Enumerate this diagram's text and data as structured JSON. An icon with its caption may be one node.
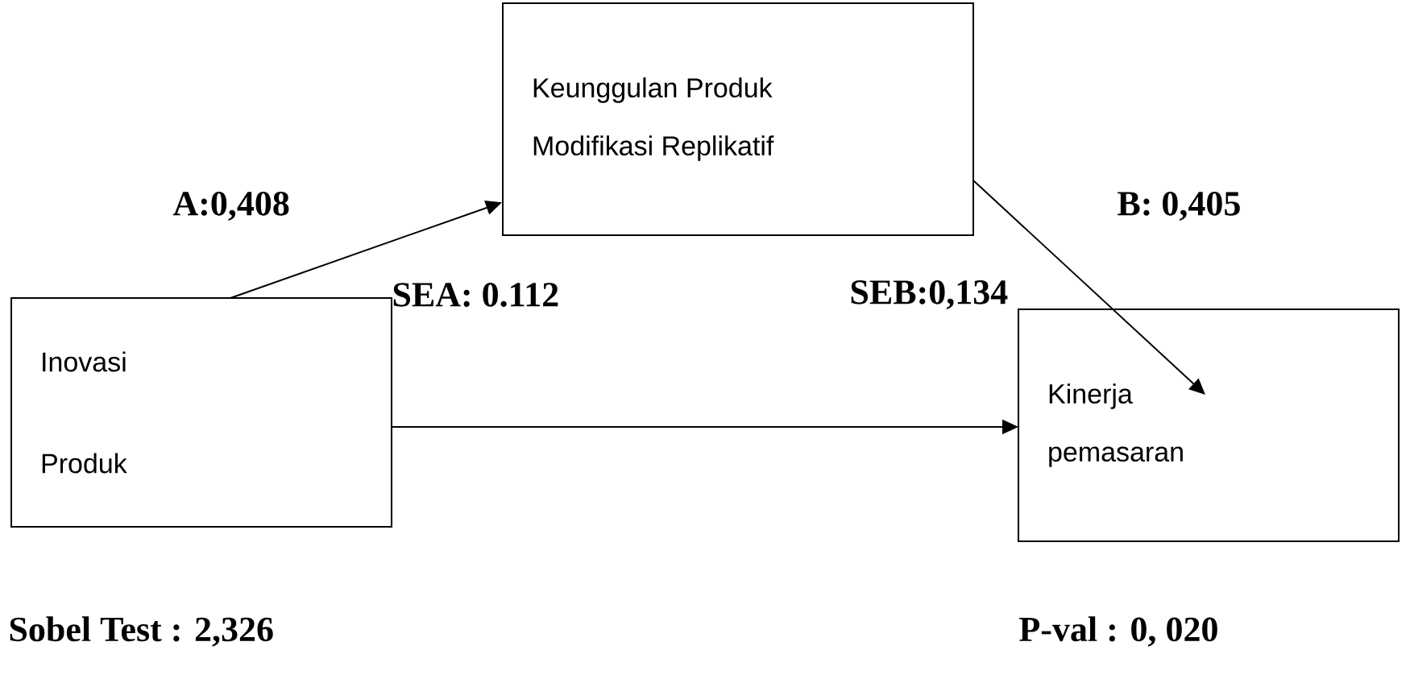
{
  "diagram": {
    "nodes": [
      {
        "text": [
          "Keunggulan Produk Modifikasi Replikatif"
        ]
      },
      {
        "text": [
          "Inovasi Produk"
        ]
      },
      {
        "text": [
          "Kinerja pemasaran"
        ]
      }
    ],
    "edges": [
      {
        "from": 1,
        "to": 0,
        "arrow": "to"
      },
      {
        "from": 0,
        "to": 2,
        "arrow": "to"
      },
      {
        "from": 1,
        "to": 2,
        "arrow": "to"
      }
    ],
    "labels": [
      "A:0,408",
      "B: 0,405",
      "SEA: 0.112",
      "SEB:0,134",
      "Sobel Test : 2,326",
      "P-val : 0, 020"
    ]
  }
}
